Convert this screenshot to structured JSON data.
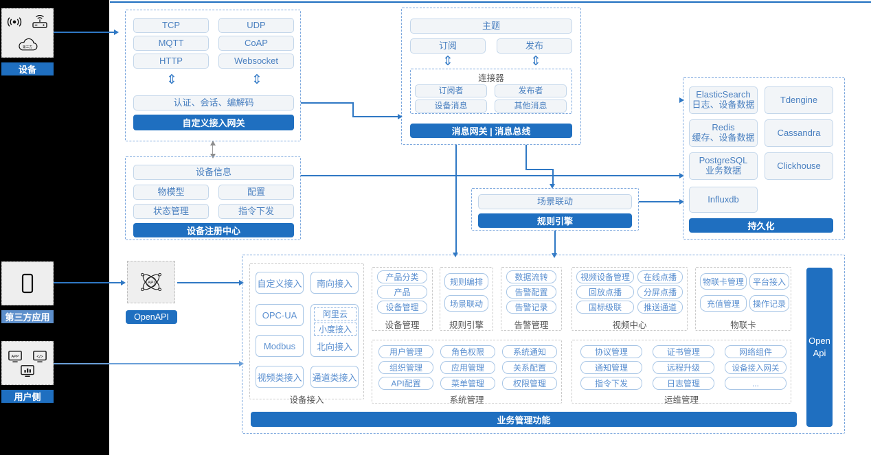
{
  "rail": {
    "device": {
      "label": "设备",
      "icons": [
        "wifi-signal-icon",
        "router-icon",
        "cloud-icon"
      ]
    },
    "thirdparty": {
      "label": "第三方应用",
      "icons": [
        "mobile-phone-icon"
      ]
    },
    "user": {
      "label": "用户侧",
      "icons": [
        "app-window-icon",
        "code-window-icon",
        "chart-window-icon"
      ]
    }
  },
  "gateway": {
    "protocols": [
      "TCP",
      "UDP",
      "MQTT",
      "CoAP",
      "HTTP",
      "Websocket"
    ],
    "middle": "认证、会话、编解码",
    "title": "自定义接入网关"
  },
  "message": {
    "topic": "主题",
    "sub": "订阅",
    "pub": "发布",
    "connector_title": "连接器",
    "connector_items": [
      "订阅者",
      "发布者",
      "设备消息",
      "其他消息"
    ],
    "title": "消息网关 | 消息总线"
  },
  "registry": {
    "info": "设备信息",
    "items": [
      "物模型",
      "配置",
      "状态管理",
      "指令下发"
    ],
    "title": "设备注册中心"
  },
  "rules": {
    "scene": "场景联动",
    "title": "规则引擎"
  },
  "persistence": {
    "items": [
      {
        "name": "ElasticSearch",
        "desc": "日志、设备数据"
      },
      {
        "name": "Tdengine",
        "desc": ""
      },
      {
        "name": "Redis",
        "desc": "缓存、设备数据"
      },
      {
        "name": "Cassandra",
        "desc": ""
      },
      {
        "name": "PostgreSQL",
        "desc": "业务数据"
      },
      {
        "name": "Clickhouse",
        "desc": ""
      },
      {
        "name": "Influxdb",
        "desc": ""
      }
    ],
    "title": "持久化"
  },
  "openapi": {
    "label": "OpenAPI",
    "icon": "api-atom-icon",
    "vertical_label": "Open\nApi",
    "vertical_line1": "Open",
    "vertical_line2": "Api"
  },
  "business": {
    "footer": "业务管理功能",
    "device_access": {
      "caption": "设备接入",
      "left": [
        "自定义接入",
        "OPC-UA",
        "Modbus",
        "视频类接入"
      ],
      "right_top": "南向接入",
      "cloud_items": [
        "阿里云",
        "小度接入"
      ],
      "north": "北向接入",
      "right_bottom": "通道类接入"
    },
    "groups": [
      {
        "caption": "设备管理",
        "items": [
          "产品分类",
          "产品",
          "设备管理"
        ]
      },
      {
        "caption": "规则引擎",
        "items": [
          "规则编排",
          "场景联动"
        ]
      },
      {
        "caption": "告警管理",
        "items": [
          "数据流转",
          "告警配置",
          "告警记录"
        ]
      },
      {
        "caption": "视频中心",
        "items": [
          "视频设备管理",
          "在线点播",
          "回放点播",
          "分屏点播",
          "国标级联",
          "推送通道"
        ]
      },
      {
        "caption": "物联卡",
        "items": [
          "物联卡管理",
          "平台接入",
          "充值管理",
          "操作记录"
        ]
      },
      {
        "caption": "系统管理",
        "items": [
          "用户管理",
          "角色权限",
          "系统通知",
          "组织管理",
          "应用管理",
          "关系配置",
          "API配置",
          "菜单管理",
          "权限管理"
        ]
      },
      {
        "caption": "运维管理",
        "items": [
          "协议管理",
          "证书管理",
          "网络组件",
          "通知管理",
          "远程升级",
          "设备接入网关",
          "指令下发",
          "日志管理",
          "..."
        ]
      }
    ]
  },
  "colors": {
    "accent": "#1f6fc0",
    "chip_border": "#a8c6e6",
    "chip_text": "#5a8fd0",
    "dashed": "#7aa6dd"
  }
}
